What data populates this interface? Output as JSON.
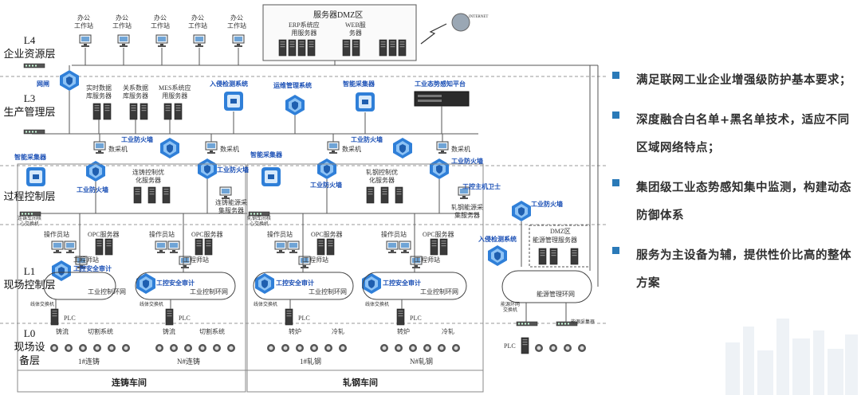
{
  "levels": {
    "l4": "L4\n企业资源层",
    "l3": "L3\n生产管理层",
    "l2": "过程控制层",
    "l1": "L1\n现场控制层",
    "l0": "L0\n现场设\n备层"
  },
  "dmz_top": {
    "title": "服务器DMZ区",
    "erp": "ERP系统应\n用服务器",
    "web": "WEB服\n务器",
    "internet": "INTERNET"
  },
  "workstation_label": "办公\n工作站",
  "l3_items": {
    "gateway": "网闸",
    "realtime_db": "实时数据\n库服务器",
    "relational_db": "关系数据\n库服务器",
    "mes": "MES系统应\n用服务器",
    "ids": "入侵检测系统",
    "ops": "运维管理系统",
    "collector": "智能采集器",
    "situation": "工业态势感知平台"
  },
  "l2_items": {
    "firewall": "工业防火墙",
    "collector_pc": "数采机",
    "smart_collector": "智能采集器",
    "cast_opt": "连铸控制优\n化服务器",
    "cast_energy": "连铸能源采\n集服务器",
    "roll_ctrl": "轧钢控制优\n化服务器",
    "roll_energy": "轧钢能源采\n集服务器",
    "host_guard": "工控主机卫士",
    "cast_switch": "连铸车间核\n心交换机",
    "roll_switch": "轧钢车间核\n心交换机"
  },
  "l1_items": {
    "operator": "操作员站",
    "opc": "OPC服务器",
    "engineer": "工程师站",
    "audit": "工控安全审计",
    "ring": "工业控制环网",
    "line_switch": "线体交换机",
    "plc": "PLC",
    "ids2": "入侵检测系统",
    "dmz2_title": "DMZ区",
    "energy_srv": "能源管理服务器",
    "energy_ring": "能源管理环网",
    "energy_switch": "能源环网\n交换机",
    "energy_collect": "能源采集器"
  },
  "l0_items": {
    "casting": "铸流",
    "cutting": "切割系统",
    "converter": "转炉",
    "cold_roll": "冷轧",
    "line1_cast": "1#连铸",
    "lineN_cast": "N#连铸",
    "line1_roll": "1#轧钢",
    "lineN_roll": "N#轧钢",
    "plc": "PLC"
  },
  "workshops": {
    "cast": "连铸车间",
    "roll": "轧钢车间"
  },
  "bullets": [
    "满足联网工业企业增强级防护基本要求；",
    "深度融合白名单+黑名单技术，适应不同区域网络特点；",
    "集团级工业态势感知集中监测，构建动态防御体系",
    "服务为主设备为辅，提供性价比高的整体方案"
  ],
  "colors": {
    "accent": "#2a7ab8",
    "shield": "#2f7fd8",
    "label_blue": "#1a4fb5"
  }
}
